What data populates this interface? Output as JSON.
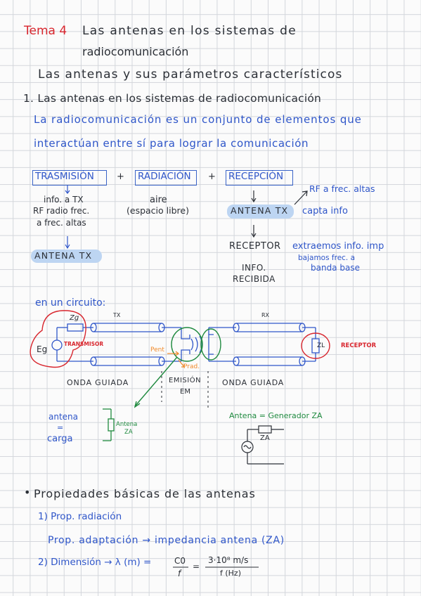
{
  "title": {
    "tema": "Tema 4",
    "line1": "Las antenas en los sistemas de",
    "line2": "radiocomunicación"
  },
  "subtitle": "Las antenas y sus parámetros característicos",
  "section1": {
    "heading": "1. Las antenas en los sistemas de radiocomunicación",
    "def_line1": "La radiocomunicación es un conjunto de elementos que",
    "def_line2": "interactúan entre sí para lograr la comunicación"
  },
  "flow": {
    "tx_box": "TRASMISIÓN",
    "plus1": "+",
    "rad_box": "RADIACIÓN",
    "plus2": "+",
    "rx_box": "RECEPCIÓN",
    "tx_info1": "info. a TX",
    "tx_info2": "RF radio frec.",
    "tx_info3": "a frec. altas",
    "antena_tx_left": "ANTENA TX",
    "aire1": "aire",
    "aire2": "(espacio libre)",
    "rf_altas": "RF a frec. altas",
    "antena_tx_right": "ANTENA TX",
    "capta": "capta info",
    "receptor": "RECEPTOR",
    "extraemos": "extraemos info. imp",
    "bajamos1": "bajamos frec. a",
    "bajamos2": "banda base",
    "info_rec1": "INFO.",
    "info_rec2": "RECIBIDA"
  },
  "circuit": {
    "label": "en un circuito:",
    "tx_label": "TX",
    "rx_label": "RX",
    "zg": "Zg",
    "eg": "Eg",
    "transmisor": "TRANSMISOR",
    "zl": "ZL",
    "receptor": "RECEPTOR",
    "pent": "Pent",
    "prad": "Prad.",
    "onda_guiada_left": "ONDA GUIADA",
    "emision1": "EMISIÓN",
    "emision2": "EM",
    "onda_guiada_right": "ONDA GUIADA",
    "antena1": "antena",
    "antena_eq": "=",
    "antena2": "carga",
    "antena_za1": "Antena",
    "antena_za2": "ZA",
    "gen_title": "Antena = Generador ZA",
    "gen_za": "ZA"
  },
  "props": {
    "heading": "Propiedades básicas de las antenas",
    "p1": "1) Prop. radiación",
    "p2": "Prop. adaptación → impedancia antena (ZA)",
    "p3_prefix": "2) Dimensión → λ (m) =",
    "c0": "C0",
    "f1": "f",
    "num": "3·10⁸ m/s",
    "den": "f (Hz)"
  },
  "colors": {
    "ink": "#2b2f36",
    "blue": "#2f56c9",
    "red": "#d8262e",
    "green": "#1f8a3f",
    "orange": "#f08a2a",
    "highlight": "#bdd5f2",
    "grid": "#d3d6db"
  }
}
